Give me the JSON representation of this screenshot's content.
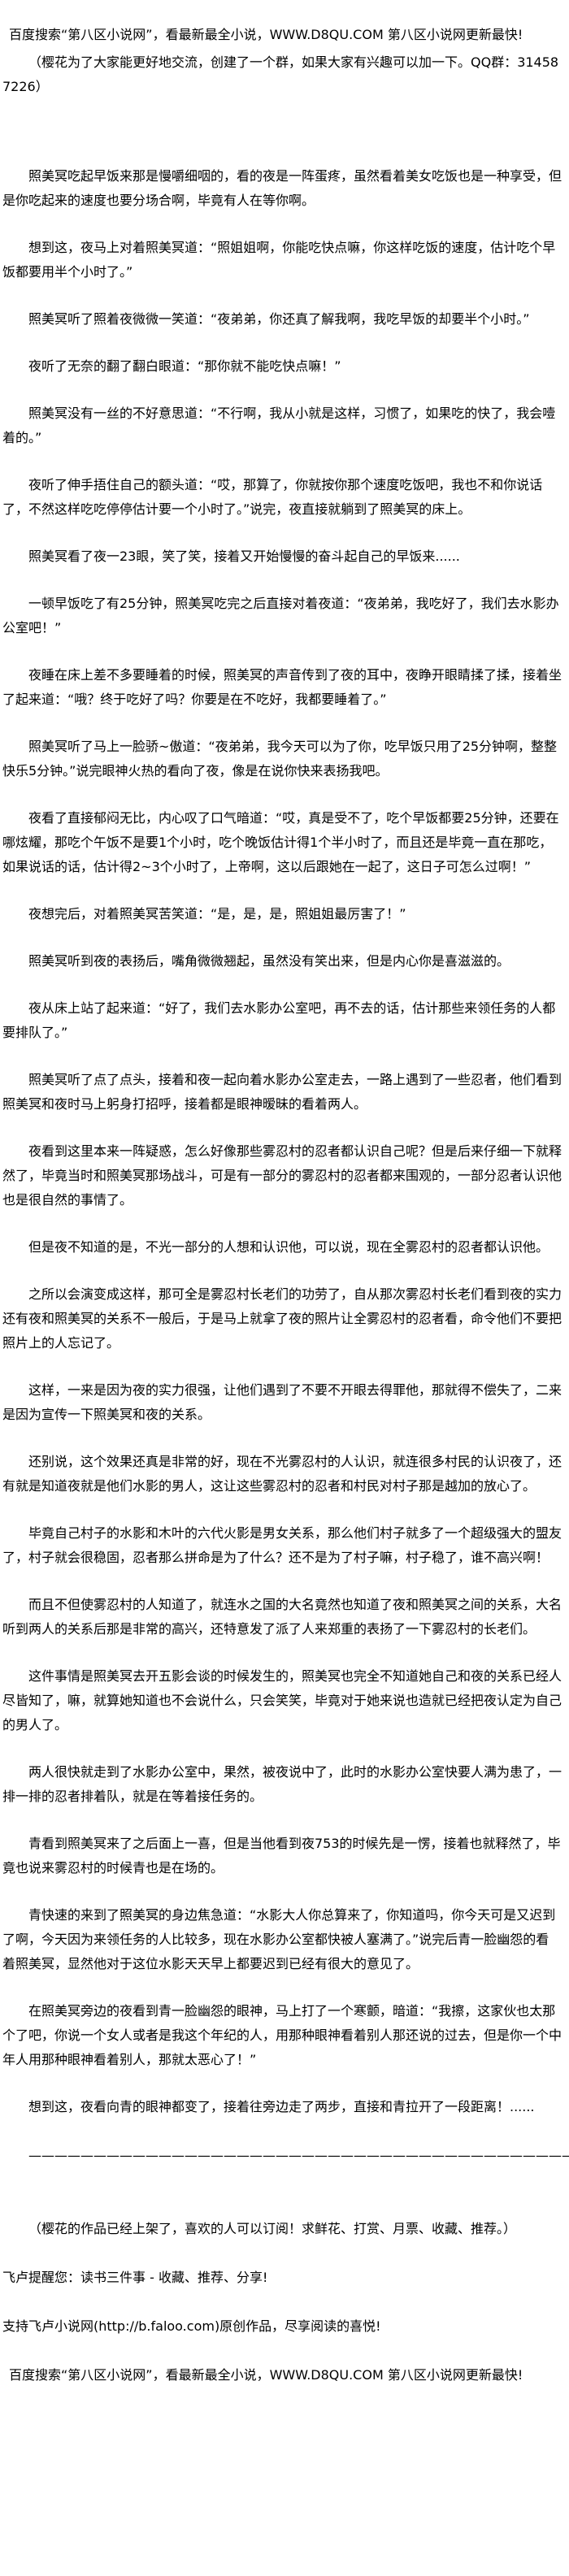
{
  "header": {
    "banner": "百度搜索“第八区小说网”，看最新最全小说，WWW.D8QU.COM  第八区小说网更新最快!",
    "author_note": "（樱花为了大家能更好地交流，创建了一个群，如果大家有兴趣可以加一下。QQ群：314587226）"
  },
  "paragraphs": [
    "照美冥吃起早饭来那是慢嚼细咽的，看的夜是一阵蛋疼，虽然看着美女吃饭也是一种享受，但是你吃起来的速度也要分场合啊，毕竟有人在等你啊。",
    "想到这，夜马上对着照美冥道：“照姐姐啊，你能吃快点嘛，你这样吃饭的速度，估计吃个早饭都要用半个小时了。”",
    "照美冥听了照着夜微微一笑道：“夜弟弟，你还真了解我啊，我吃早饭的却要半个小时。”",
    "夜听了无奈的翻了翻白眼道：“那你就不能吃快点嘛！”",
    "照美冥没有一丝的不好意思道：“不行啊，我从小就是这样，习惯了，如果吃的快了，我会噎着的。”",
    "夜听了伸手捂住自己的额头道：“哎，那算了，你就按你那个速度吃饭吧，我也不和你说话了，不然这样吃吃停停估计要一个小时了。”说完，夜直接就躺到了照美冥的床上。",
    "照美冥看了夜一23眼，笑了笑，接着又开始慢慢的奋斗起自己的早饭来......",
    "一顿早饭吃了有25分钟，照美冥吃完之后直接对着夜道：“夜弟弟，我吃好了，我们去水影办公室吧！”",
    "夜睡在床上差不多要睡着的时候，照美冥的声音传到了夜的耳中，夜睁开眼睛揉了揉，接着坐了起来道：“哦？终于吃好了吗？你要是在不吃好，我都要睡着了。”",
    "照美冥听了马上一脸骄~傲道：“夜弟弟，我今天可以为了你，吃早饭只用了25分钟啊，整整快乐5分钟。”说完眼神火热的看向了夜，像是在说你快来表扬我吧。",
    "夜看了直接郁闷无比，内心叹了口气暗道：“哎，真是受不了，吃个早饭都要25分钟，还要在哪炫耀，那吃个午饭不是要1个小时，吃个晚饭估计得1个半小时了，而且还是毕竟一直在那吃，如果说话的话，估计得2~3个小时了，上帝啊，这以后跟她在一起了，这日子可怎么过啊！”",
    "夜想完后，对着照美冥苦笑道：“是，是，是，照姐姐最厉害了！”",
    "照美冥听到夜的表扬后，嘴角微微翘起，虽然没有笑出来，但是内心你是喜滋滋的。",
    "夜从床上站了起来道：“好了，我们去水影办公室吧，再不去的话，估计那些来领任务的人都要排队了。”",
    "照美冥听了点了点头，接着和夜一起向着水影办公室走去，一路上遇到了一些忍者，他们看到照美冥和夜时马上躬身打招呼，接着都是眼神暧昧的看着两人。",
    "夜看到这里本来一阵疑惑，怎么好像那些雾忍村的忍者都认识自己呢？但是后来仔细一下就释然了，毕竟当时和照美冥那场战斗，可是有一部分的雾忍村的忍者都来围观的，一部分忍者认识他也是很自然的事情了。",
    "但是夜不知道的是，不光一部分的人想和认识他，可以说，现在全雾忍村的忍者都认识他。",
    "之所以会演变成这样，那可全是雾忍村长老们的功劳了，自从那次雾忍村长老们看到夜的实力还有夜和照美冥的关系不一般后，于是马上就拿了夜的照片让全雾忍村的忍者看，命令他们不要把照片上的人忘记了。",
    "这样，一来是因为夜的实力很强，让他们遇到了不要不开眼去得罪他，那就得不偿失了，二来是因为宣传一下照美冥和夜的关系。",
    "还别说，这个效果还真是非常的好，现在不光雾忍村的人认识，就连很多村民的认识夜了，还有就是知道夜就是他们水影的男人，这让这些雾忍村的忍者和村民对村子那是越加的放心了。",
    "毕竟自己村子的水影和木叶的六代火影是男女关系，那么他们村子就多了一个超级强大的盟友了，村子就会很稳固，忍者那么拼命是为了什么？还不是为了村子嘛，村子稳了，谁不高兴啊！",
    "而且不但使雾忍村的人知道了，就连水之国的大名竟然也知道了夜和照美冥之间的关系，大名听到两人的关系后那是非常的高兴，还特意发了派了人来郑重的表扬了一下雾忍村的长老们。",
    "这件事情是照美冥去开五影会谈的时候发生的，照美冥也完全不知道她自己和夜的关系已经人尽皆知了，嘛，就算她知道也不会说什么，只会笑笑，毕竟对于她来说也造就已经把夜认定为自己的男人了。",
    "两人很快就走到了水影办公室中，果然，被夜说中了，此时的水影办公室快要人满为患了，一排一排的忍者排着队，就是在等着接任务的。",
    "青看到照美冥来了之后面上一喜，但是当他看到夜753的时候先是一愣，接着也就释然了，毕竟也说来雾忍村的时候青也是在场的。",
    "青快速的来到了照美冥的身边焦急道：“水影大人你总算来了，你知道吗，你今天可是又迟到了啊，今天因为来领任务的人比较多，现在水影办公室都快被人塞满了。”说完后青一脸幽怨的看着照美冥，显然他对于这位水影天天早上都要迟到已经有很大的意见了。",
    "在照美冥旁边的夜看到青一脸幽怨的眼神，马上打了一个寒颤，暗道：“我擦，这家伙也太那个了吧，你说一个女人或者是我这个年纪的人，用那种眼神看着别人那还说的过去，但是你一个中年人用那种眼神看着别人，那就太恶心了！”",
    "想到这，夜看向青的眼神都变了，接着往旁边走了两步，直接和青拉开了一段距离！......"
  ],
  "separator": "——————————————————————————————————————————",
  "footer": {
    "author_note": "（樱花的作品已经上架了，喜欢的人可以订阅！求鲜花、打赏、月票、收藏、推荐。）",
    "reminder": "飞卢提醒您：读书三件事 - 收藏、推荐、分享!",
    "support": "支持飞卢小说网(http://b.faloo.com)原创作品，尽享阅读的喜悦!",
    "banner": "百度搜索“第八区小说网”，看最新最全小说，WWW.D8QU.COM  第八区小说网更新最快!"
  }
}
